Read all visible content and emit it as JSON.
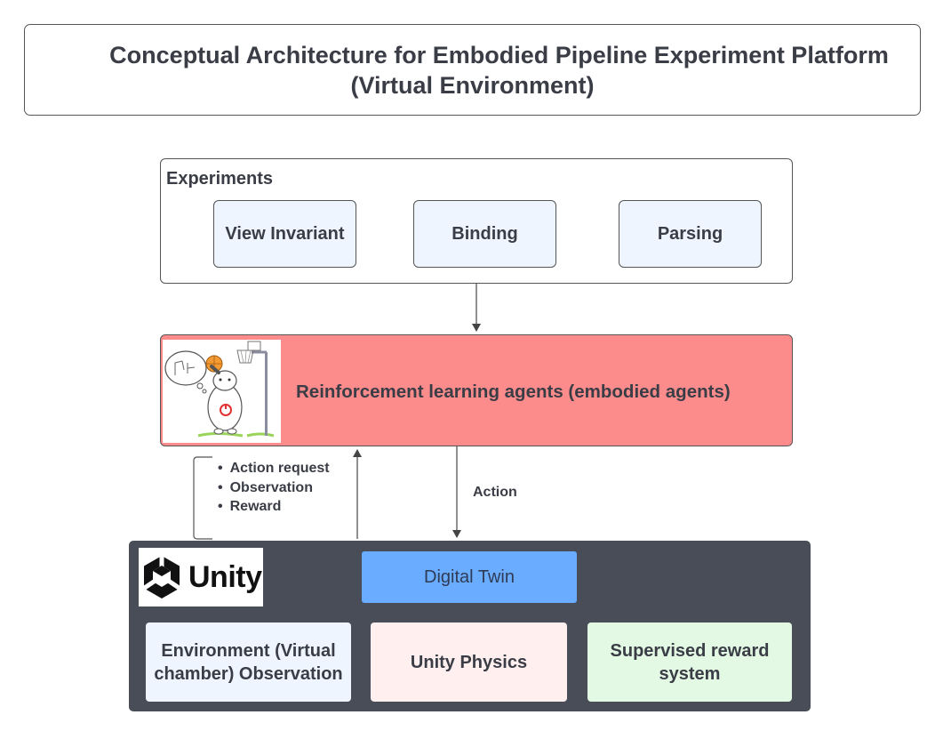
{
  "title": {
    "line1": "Conceptual Architecture for Embodied Pipeline Experiment Platform",
    "line2": "(Virtual Environment)"
  },
  "experiments": {
    "label": "Experiments",
    "items": [
      "View Invariant",
      "Binding",
      "Parsing"
    ]
  },
  "rl_agents": {
    "label": "Reinforcement learning agents (embodied agents)"
  },
  "feedback": {
    "items": [
      "Action request",
      "Observation",
      "Reward"
    ]
  },
  "action_label": "Action",
  "unity": {
    "logo_text": "Unity",
    "digital_twin": "Digital Twin",
    "components": [
      "Environment (Virtual chamber) Observation",
      "Unity Physics",
      "Supervised reward system"
    ]
  },
  "colors": {
    "rl_box": "#fc8c8c",
    "unity_panel": "#494d58",
    "digital_twin": "#6aacff",
    "experiment_item": "#eef5ff",
    "environment": "#eef5ff",
    "physics": "#fff0ef",
    "reward_system": "#e3f9e3"
  }
}
